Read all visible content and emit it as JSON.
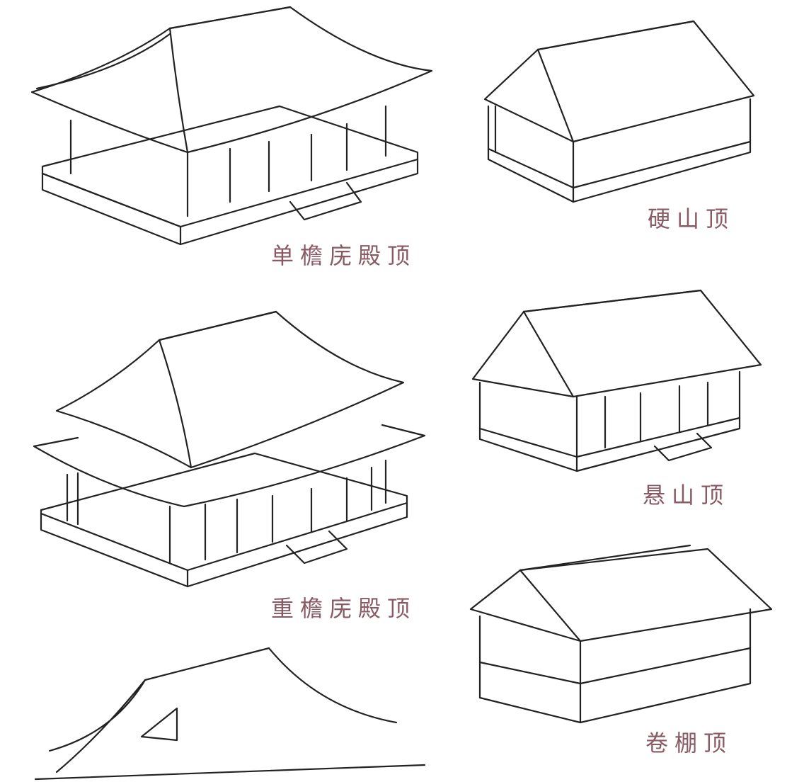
{
  "title": "Chinese roof types",
  "colors": {
    "label": "#8a5a64",
    "line": "#222222"
  },
  "labels": {
    "single_eave_hip": "单檐庑殿顶",
    "flush_gable": "硬山顶",
    "double_eave_hip": "重檐庑殿顶",
    "overhanging_gable": "悬山顶",
    "rolled_ridge": "卷棚顶"
  }
}
